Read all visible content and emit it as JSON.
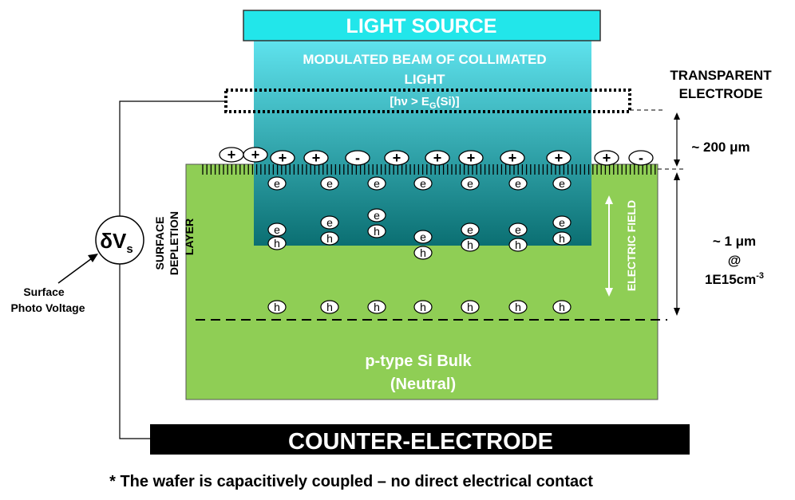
{
  "light_source": {
    "label": "LIGHT SOURCE",
    "color": "#22e6ea"
  },
  "beam": {
    "label_line1": "MODULATED BEAM OF COLLIMATED",
    "label_line2": "LIGHT",
    "condition_prefix": "[hν > E",
    "condition_sub": "G",
    "condition_suffix": "(Si)]",
    "top_color": "#5fe3ee",
    "bottom_color": "#0b6f72"
  },
  "transparent_electrode": {
    "line1": "TRANSPARENT",
    "line2": "ELECTRODE"
  },
  "gap_label": "~ 200 μm",
  "depth_label": {
    "line1": "~ 1 μm",
    "line2": "@",
    "line3_base": "1E15cm",
    "line3_sup": "-3"
  },
  "surface_depletion_label": {
    "line1": "SURFACE",
    "line2": "DEPLETION",
    "line3": "LAYER"
  },
  "electric_field_label": "ELECTRIC FIELD",
  "voltmeter": {
    "symbol": "δV",
    "subscript": "s"
  },
  "surface_photo_voltage": {
    "line1": "Surface",
    "line2": "Photo Voltage"
  },
  "bulk": {
    "line1": "p-type Si Bulk",
    "line2": "(Neutral)",
    "color": "#8fce55"
  },
  "counter_electrode": "COUNTER-ELECTRODE",
  "footnote": "* The wafer is capacitively coupled – no direct electrical contact",
  "carriers": {
    "electron": "e",
    "hole": "h",
    "plus": "+",
    "minus": "-",
    "surface_charges": [
      "+",
      "+",
      "+",
      "+",
      "-",
      "+",
      "+",
      "+",
      "+",
      "+",
      "+",
      "-"
    ]
  }
}
